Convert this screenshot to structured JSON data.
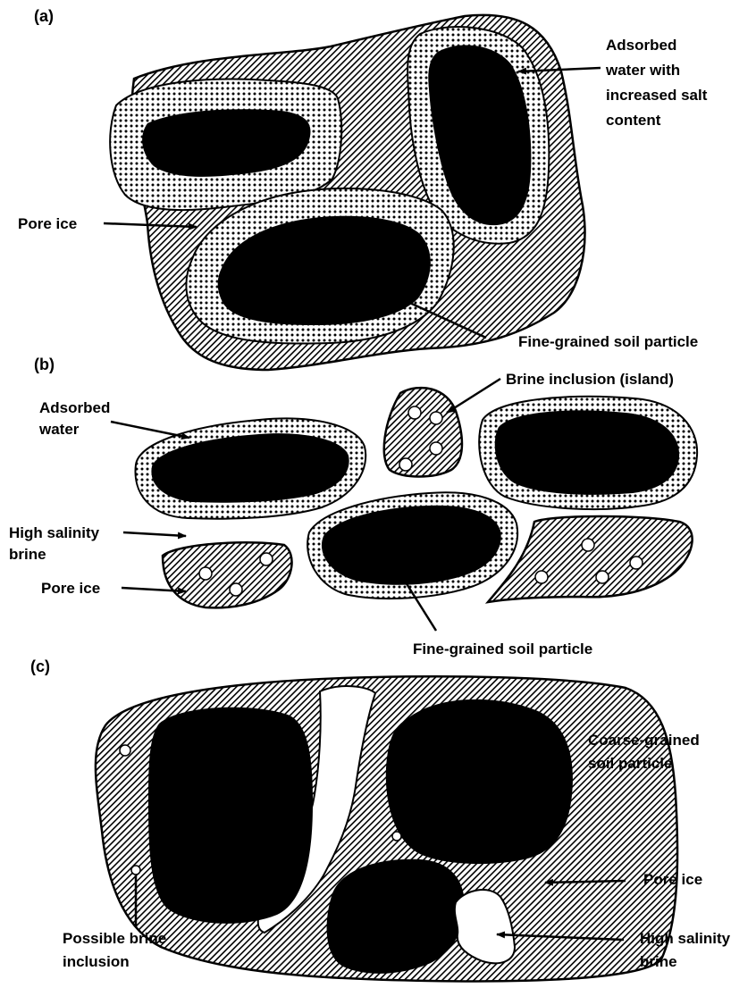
{
  "panels": {
    "a": {
      "letter": "(a)",
      "labels": {
        "adsorbed_line1": "Adsorbed",
        "adsorbed_line2": "water with",
        "adsorbed_line3": "increased salt",
        "adsorbed_line4": "content",
        "pore_ice": "Pore ice",
        "fine_particle": "Fine-grained soil particle"
      }
    },
    "b": {
      "letter": "(b)",
      "labels": {
        "adsorbed_line1": "Adsorbed",
        "adsorbed_line2": "water",
        "brine_inclusion": "Brine inclusion (island)",
        "high_salinity_line1": "High salinity",
        "high_salinity_line2": "brine",
        "pore_ice": "Pore ice",
        "fine_particle": "Fine-grained soil particle"
      }
    },
    "c": {
      "letter": "(c)",
      "labels": {
        "coarse_line1": "Coarse-grained",
        "coarse_line2": "soil particle",
        "pore_ice": "Pore ice",
        "high_salinity_line1": "High salinity",
        "high_salinity_line2": "brine",
        "possible_line1": "Possible brine",
        "possible_line2": "inclusion"
      }
    }
  },
  "legend_colors": {
    "soil_particle": "#000000",
    "pore_ice_hatch": "#000000",
    "adsorbed_water_dots": "#ffffff",
    "brine": "#ffffff"
  }
}
